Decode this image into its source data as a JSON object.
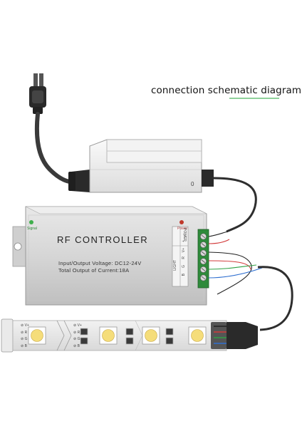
{
  "title": {
    "text": "connection schematic diagram",
    "underline_color": "#8fd19a"
  },
  "controller": {
    "name": "RF CONTROLLER",
    "spec_voltage": "Input/Output Voltage: DC12-24V",
    "spec_current": "Total Output of Current:18A",
    "signal_label": "Signal",
    "power_label": "Power",
    "signal_led_color": "#3fb04c",
    "power_led_color": "#c0392b"
  },
  "power_supply": {
    "switch_mark": "0"
  },
  "terminal": {
    "power_group": "POWER",
    "light_group": "LIGHT",
    "power_pins": [
      "-",
      "+"
    ],
    "light_pins": [
      "V+",
      "R",
      "G",
      "B"
    ],
    "block_color": "#2e8a3a"
  },
  "strip": {
    "pin_labels_left": [
      "V+",
      "R",
      "G",
      "B"
    ],
    "pin_labels_mid": [
      "V+",
      "R",
      "G",
      "B"
    ],
    "led_color": "#f5dd7a"
  },
  "wires": {
    "black": "#222222",
    "red": "#d23a3a",
    "green": "#2ea043",
    "blue": "#2f6fd0"
  }
}
